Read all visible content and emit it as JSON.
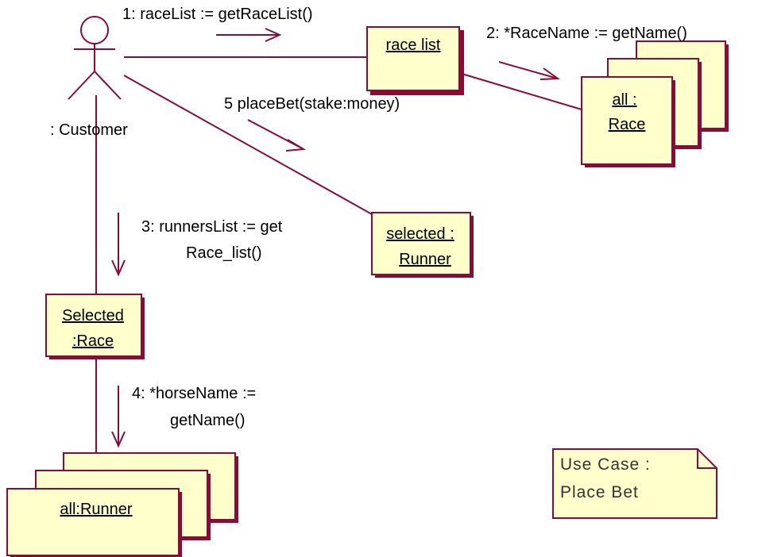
{
  "actor": {
    "label": ": Customer"
  },
  "objects": {
    "race_list": {
      "label": "race list"
    },
    "all_race": {
      "line1": "all :",
      "line2": "Race"
    },
    "selected_runner": {
      "line1": "selected :",
      "line2": "Runner"
    },
    "selected_race": {
      "line1": "Selected",
      "line2": ":Race"
    },
    "all_runner": {
      "label": "all:Runner"
    }
  },
  "messages": {
    "m1": {
      "text": "1: raceList := getRaceList()"
    },
    "m2": {
      "text": "2: *RaceName := getName()"
    },
    "m3": {
      "line1": "3: runnersList := get",
      "line2": "Race_list()"
    },
    "m4": {
      "line1": "4: *horseName :=",
      "line2": "getName()"
    },
    "m5": {
      "text": "5  placeBet(stake:money)"
    }
  },
  "note": {
    "line1": "Use Case :",
    "line2": "Place Bet"
  },
  "colors": {
    "stroke": "#8b0a37",
    "fill": "#ffffcc"
  }
}
